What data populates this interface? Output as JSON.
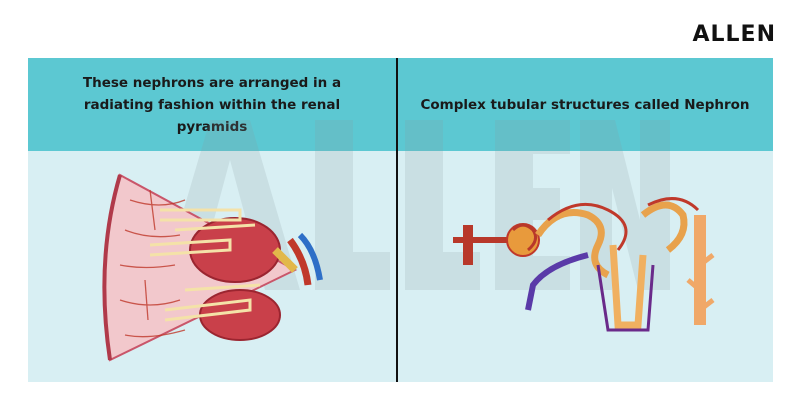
{
  "brand": {
    "logo_text": "ALLEN"
  },
  "panels": {
    "left": {
      "caption": "These nephrons are arranged in a radiating fashion within the renal pyramids"
    },
    "right": {
      "caption": "Complex tubular structures called Nephron"
    }
  },
  "colors": {
    "header_bg": "#5cc8d2",
    "panel_bg": "#d8eff3",
    "artery": "#c0392b",
    "vein": "#5a3aa8",
    "tubule": "#f0b060"
  }
}
